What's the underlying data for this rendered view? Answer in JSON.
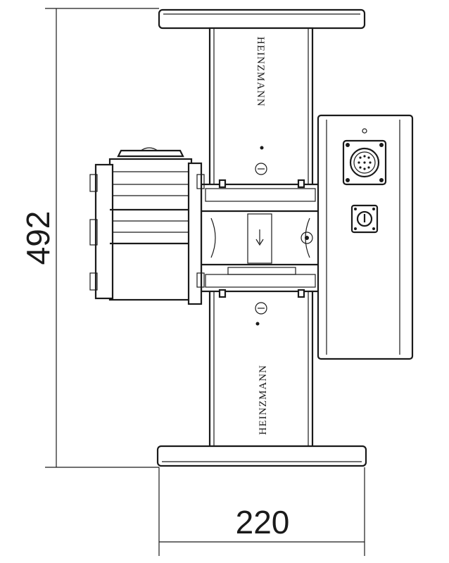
{
  "dimensions": {
    "height_value": "492",
    "width_value": "220"
  },
  "brand": {
    "upper_text": "HEINZMANN",
    "lower_text": "HEINZMANN"
  },
  "colors": {
    "line": "#1a1a1a",
    "background": "#ffffff"
  }
}
